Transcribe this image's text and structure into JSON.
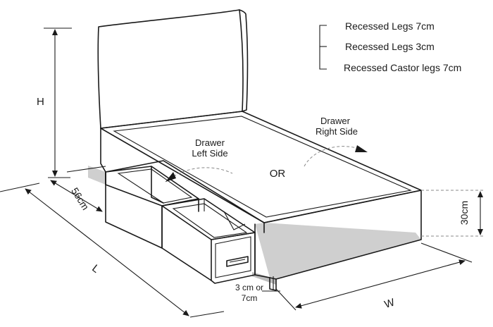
{
  "options": [
    {
      "label": "Recessed Legs 7cm"
    },
    {
      "label": "Recessed Legs 3cm"
    },
    {
      "label": "Recessed Castor legs 7cm"
    }
  ],
  "labels": {
    "drawer_left_line1": "Drawer",
    "drawer_left_line2": "Left Side",
    "drawer_right_line1": "Drawer",
    "drawer_right_line2": "Right Side",
    "or": "OR"
  },
  "dimensions": {
    "height": "H",
    "length": "L",
    "width": "W",
    "drawer_depth": "56cm",
    "base_height": "30cm",
    "leg_line1": "3 cm or",
    "leg_line2": "7cm"
  },
  "colors": {
    "outline": "#1a1a1a",
    "mattress_fill": "#f4f4f4",
    "shadow": "#c9c9c9"
  }
}
